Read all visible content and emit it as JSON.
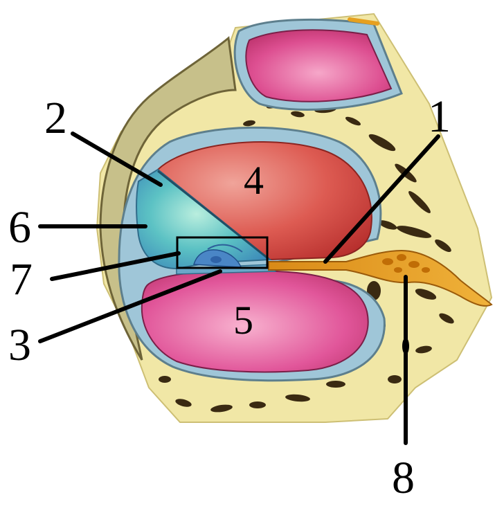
{
  "labels": {
    "l1": "1",
    "l2": "2",
    "l3": "3",
    "l4": "4",
    "l5": "5",
    "l6": "6",
    "l7": "7",
    "l8": "8"
  },
  "colors": {
    "background": "#ffffff",
    "bone": "#f1e7a6",
    "bone_pores": "#3a2a12",
    "cartilage": "#b7c98c",
    "membrane": "#9fc6d8",
    "scala_vestibuli": "#d9504a",
    "scala_tympani": "#d23d7e",
    "scala_media": "#4ea9c6",
    "nerve": "#e29a1c",
    "leader_lines": "#000000"
  }
}
